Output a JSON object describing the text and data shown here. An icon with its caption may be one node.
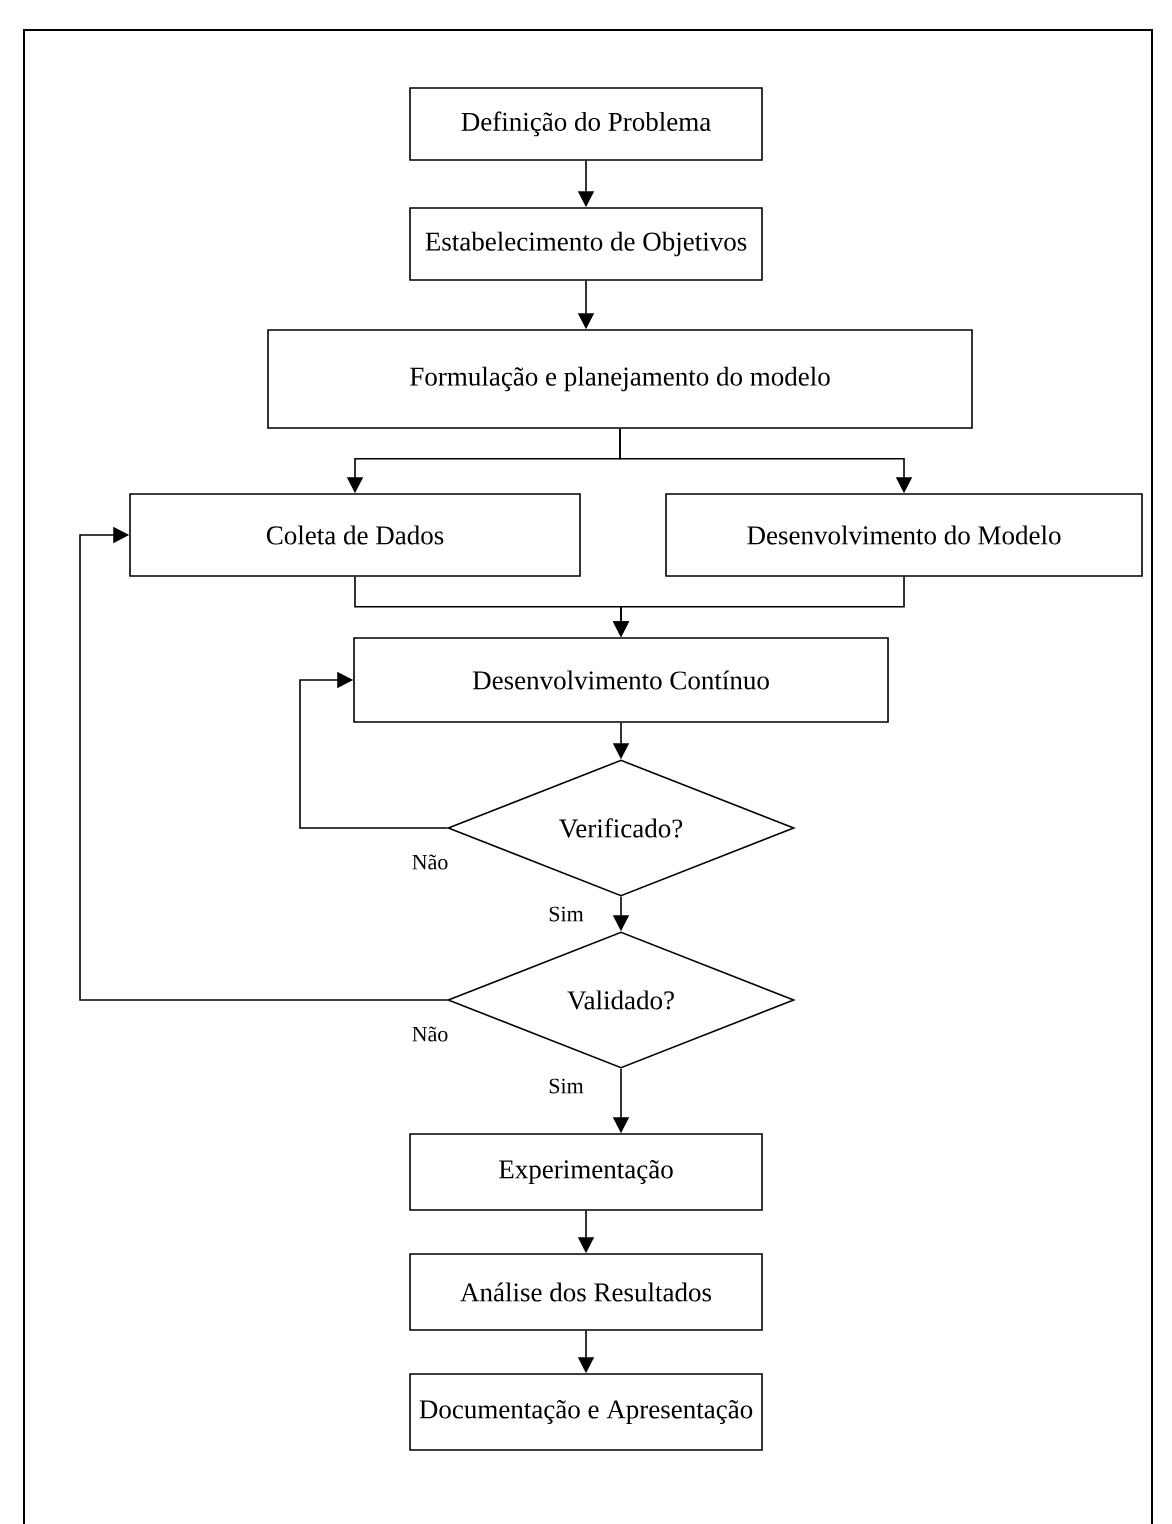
{
  "diagram": {
    "nodes": [
      {
        "text": [
          "Definição do Problema"
        ]
      },
      {
        "text": [
          "Estabelecimento de Objetivos"
        ]
      },
      {
        "text": [
          "Formulação e planejamento do modelo"
        ]
      },
      {
        "text": [
          "Coleta de Dados"
        ]
      },
      {
        "text": [
          "Desenvolvimento do Modelo"
        ]
      },
      {
        "text": [
          "Desenvolvimento Contínuo"
        ]
      },
      {
        "text": [
          "Verificado?"
        ]
      },
      {
        "text": [
          "Validado?"
        ]
      },
      {
        "text": [
          "Experimentação"
        ]
      },
      {
        "text": [
          "Análise dos Resultados"
        ]
      },
      {
        "text": [
          "Documentação e Apresentação"
        ]
      }
    ],
    "edges": [
      {
        "from": 0,
        "to": 1,
        "arrow": "to"
      },
      {
        "from": 1,
        "to": 2,
        "arrow": "to"
      },
      {
        "from": 2,
        "to": 3,
        "arrow": "to"
      },
      {
        "from": 2,
        "to": 4,
        "arrow": "to"
      },
      {
        "from": 3,
        "to": 5,
        "arrow": "to"
      },
      {
        "from": 4,
        "to": 5,
        "arrow": "to"
      },
      {
        "from": 5,
        "to": 6,
        "arrow": "to"
      },
      {
        "from": 6,
        "to": 5,
        "arrow": "to",
        "label": "Não"
      },
      {
        "from": 6,
        "to": 7,
        "arrow": "to",
        "label": "Sim"
      },
      {
        "from": 7,
        "to": 3,
        "arrow": "to",
        "label": "Não"
      },
      {
        "from": 7,
        "to": 8,
        "arrow": "to",
        "label": "Sim"
      },
      {
        "from": 8,
        "to": 9,
        "arrow": "to"
      },
      {
        "from": 9,
        "to": 10,
        "arrow": "to"
      }
    ]
  }
}
